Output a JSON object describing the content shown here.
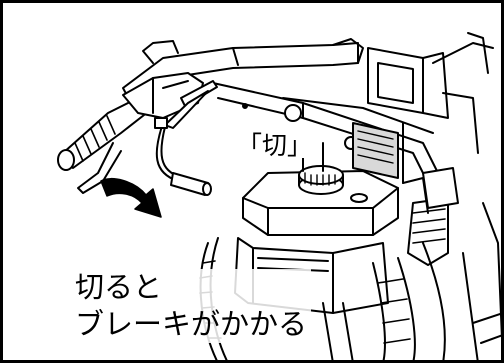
{
  "diagram": {
    "switch_label": "「切」",
    "caption_lines": [
      "切ると",
      "ブレーキがかかる"
    ],
    "colors": {
      "line": "#000000",
      "background": "#ffffff",
      "fill_gray": "#d9d9d9"
    },
    "icons": [
      "rotation-arrow-icon",
      "handlebar-grip",
      "brake-lever",
      "fuel-tank-cap",
      "engine"
    ]
  }
}
